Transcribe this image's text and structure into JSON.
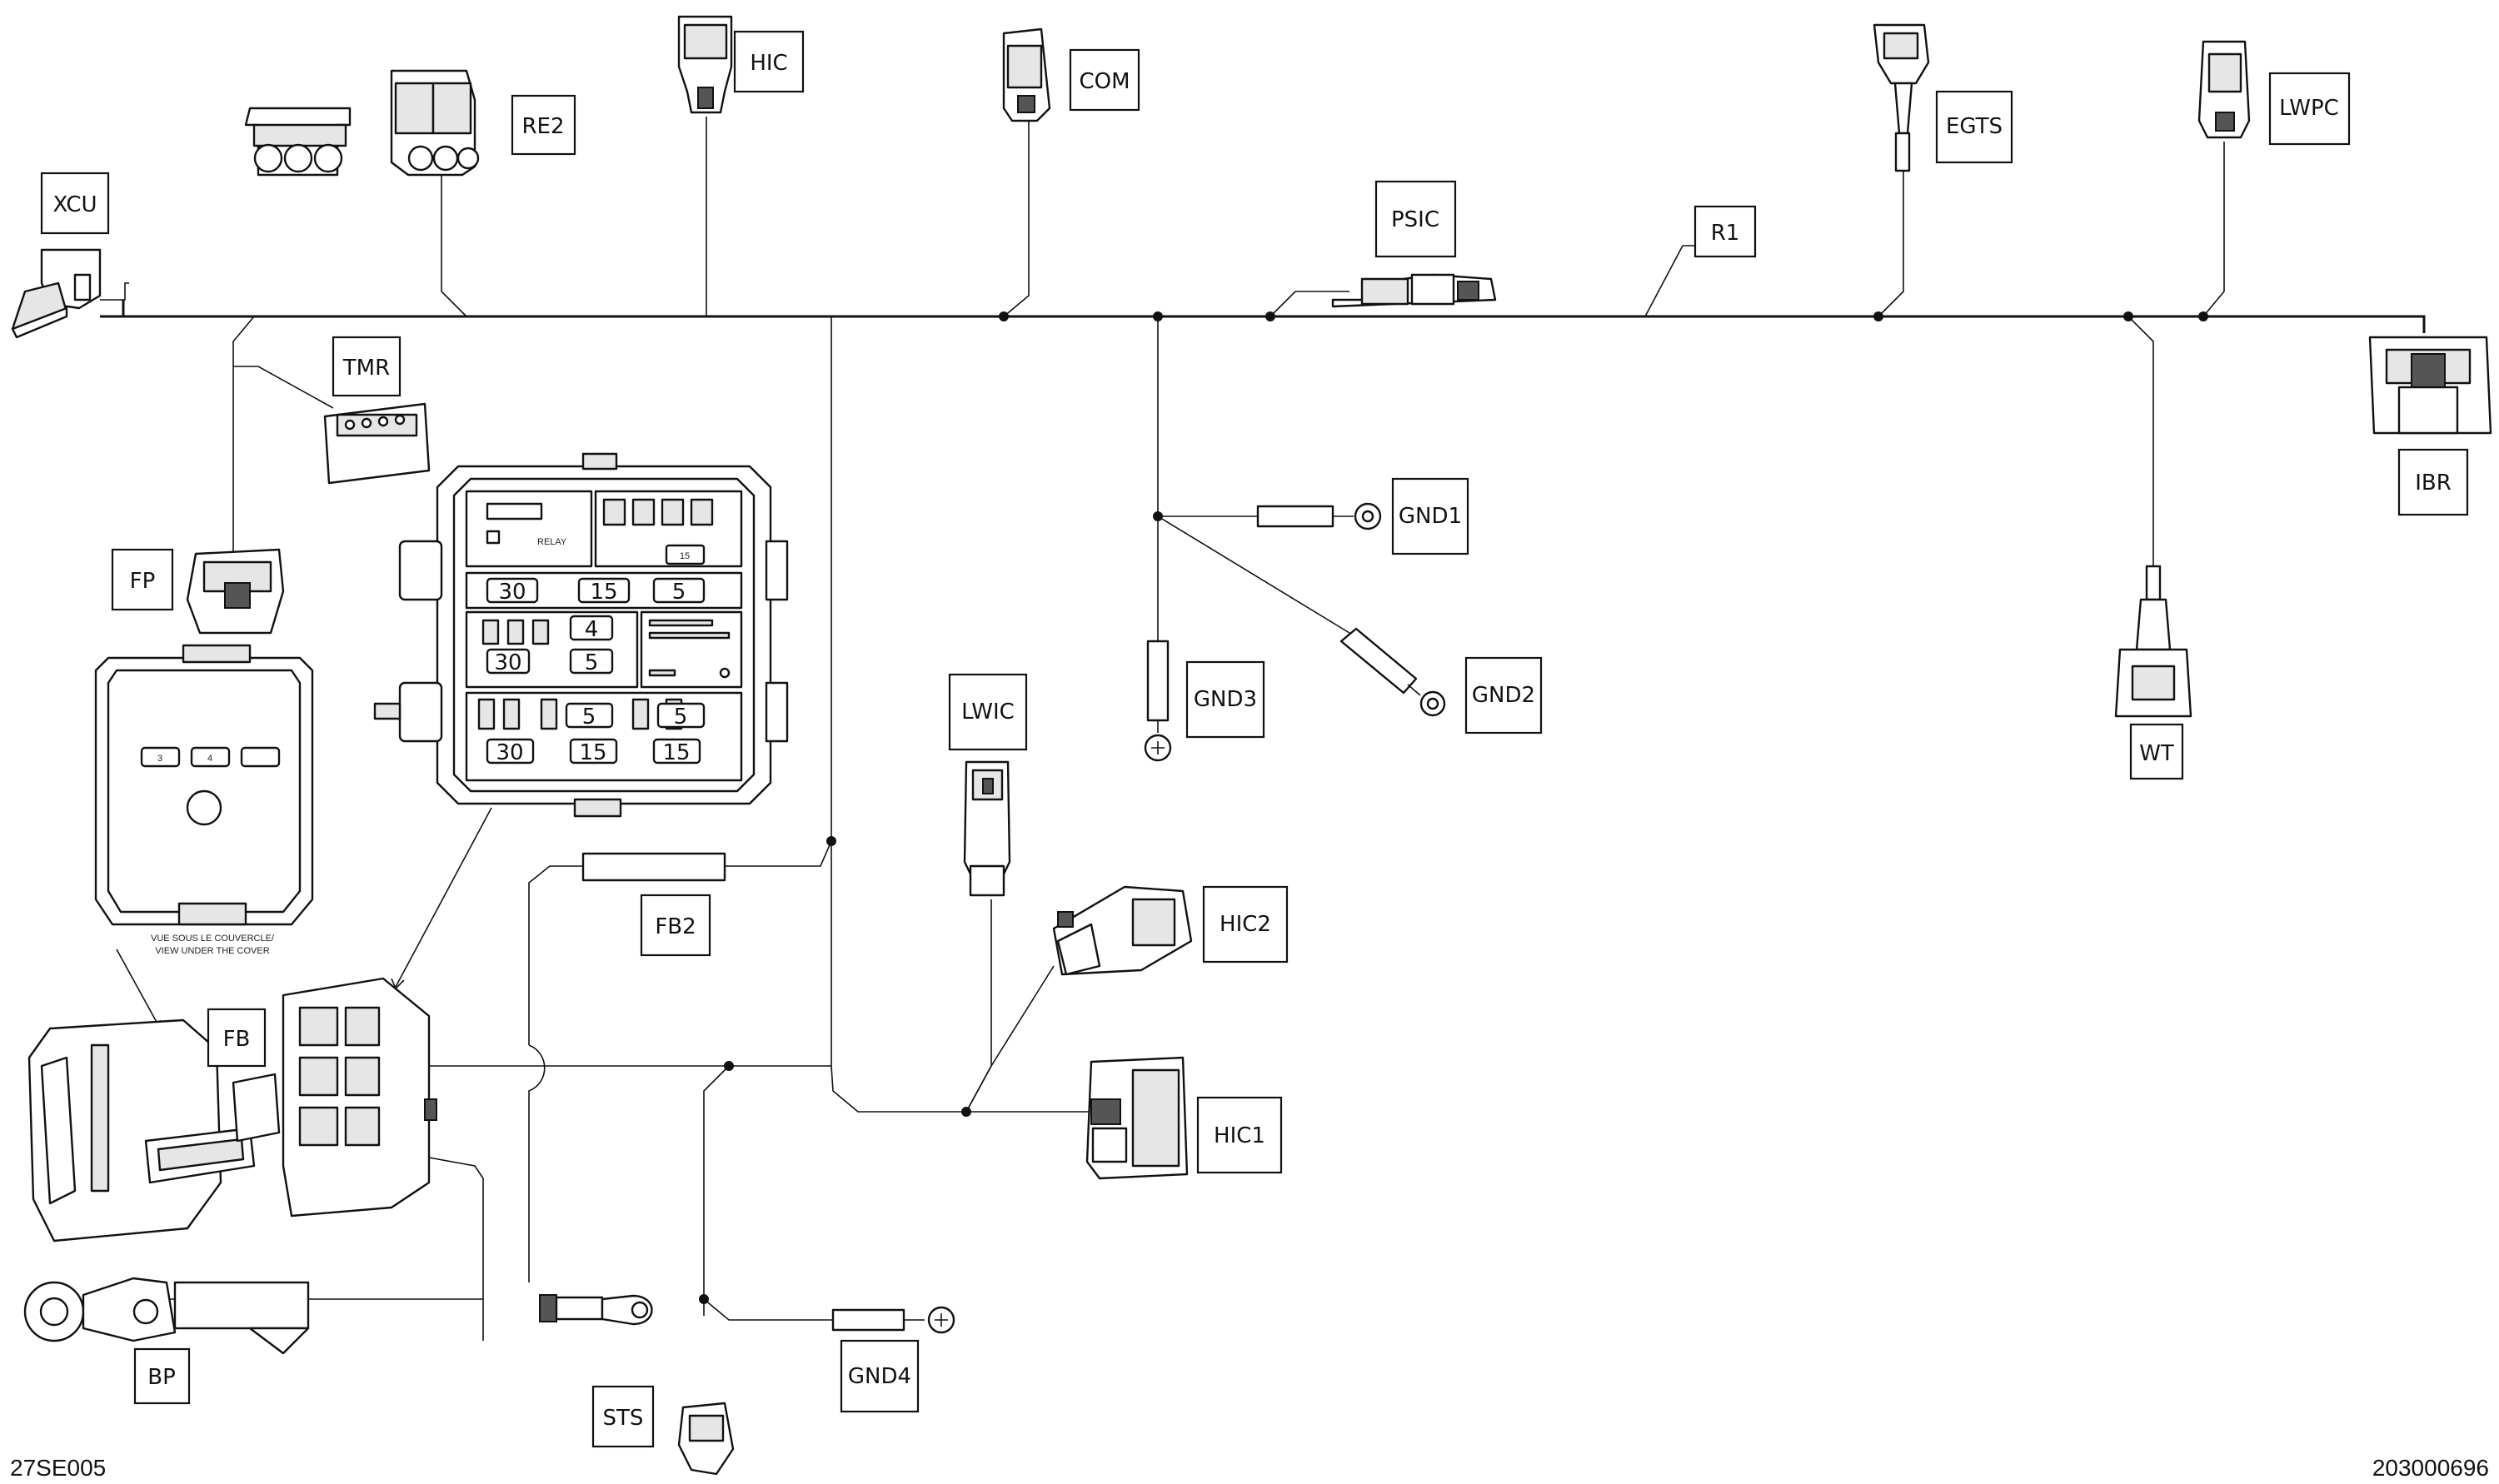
{
  "labels": {
    "xcu": "XCU",
    "re2": "RE2",
    "hic": "HIC",
    "com": "COM",
    "psic": "PSIC",
    "r1": "R1",
    "egts": "EGTS",
    "lwpc": "LWPC",
    "ibr": "IBR",
    "tmr": "TMR",
    "fp": "FP",
    "gnd1": "GND1",
    "gnd2": "GND2",
    "gnd3": "GND3",
    "lwic": "LWIC",
    "wt": "WT",
    "hic2": "HIC2",
    "hic1": "HIC1",
    "fb2": "FB2",
    "fb": "FB",
    "bp": "BP",
    "sts": "STS",
    "gnd4": "GND4"
  },
  "fuse_box": {
    "relay_label": "RELAY",
    "fuse_30": "30",
    "fuse_15": "15",
    "fuse_5": "5",
    "fuse_4": "4",
    "fuse_3": "3"
  },
  "cover_note": {
    "line1": "VUE SOUS LE COUVERCLE/",
    "line2": "VIEW UNDER THE COVER"
  },
  "footer": {
    "left_code": "27SE005",
    "right_code": "203000696"
  }
}
